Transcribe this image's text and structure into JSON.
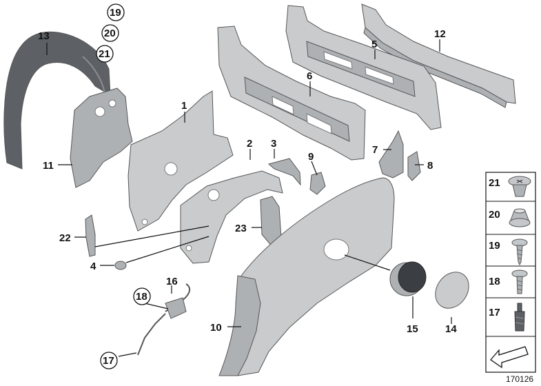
{
  "callouts": {
    "c1": "1",
    "c2": "2",
    "c3": "3",
    "c4": "4",
    "c5": "5",
    "c6": "6",
    "c7": "7",
    "c8": "8",
    "c9": "9",
    "c10": "10",
    "c11": "11",
    "c12": "12",
    "c13": "13",
    "c14": "14",
    "c15": "15",
    "c16": "16",
    "c17": "17",
    "c18": "18",
    "c19": "19",
    "c20": "20",
    "c21": "21",
    "c22": "22",
    "c23": "23"
  },
  "legend": {
    "items": [
      {
        "number": "21",
        "icon": "trim-clip-icon"
      },
      {
        "number": "20",
        "icon": "cap-nut-icon"
      },
      {
        "number": "19",
        "icon": "sheet-metal-screw-icon"
      },
      {
        "number": "18",
        "icon": "collar-screw-icon"
      },
      {
        "number": "17",
        "icon": "expanding-rivet-icon"
      }
    ],
    "direction_icon": "direction-arrow-icon"
  },
  "reference_id": "170126",
  "colors": {
    "part_light": "#c9cbcd",
    "part_mid": "#aeb1b4",
    "part_dark": "#5d6166",
    "line": "#111111"
  }
}
